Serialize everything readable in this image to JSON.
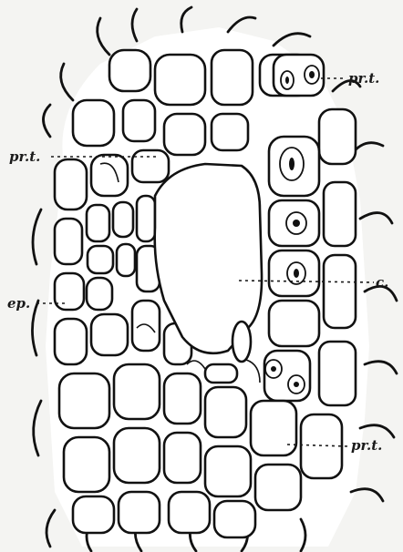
{
  "figure": {
    "labels": {
      "prt_top_right": "pr.t.",
      "prt_left": "pr.t.",
      "cavity": "c.",
      "epidermis": "ep.",
      "prt_bottom_right": "pr.t."
    }
  }
}
